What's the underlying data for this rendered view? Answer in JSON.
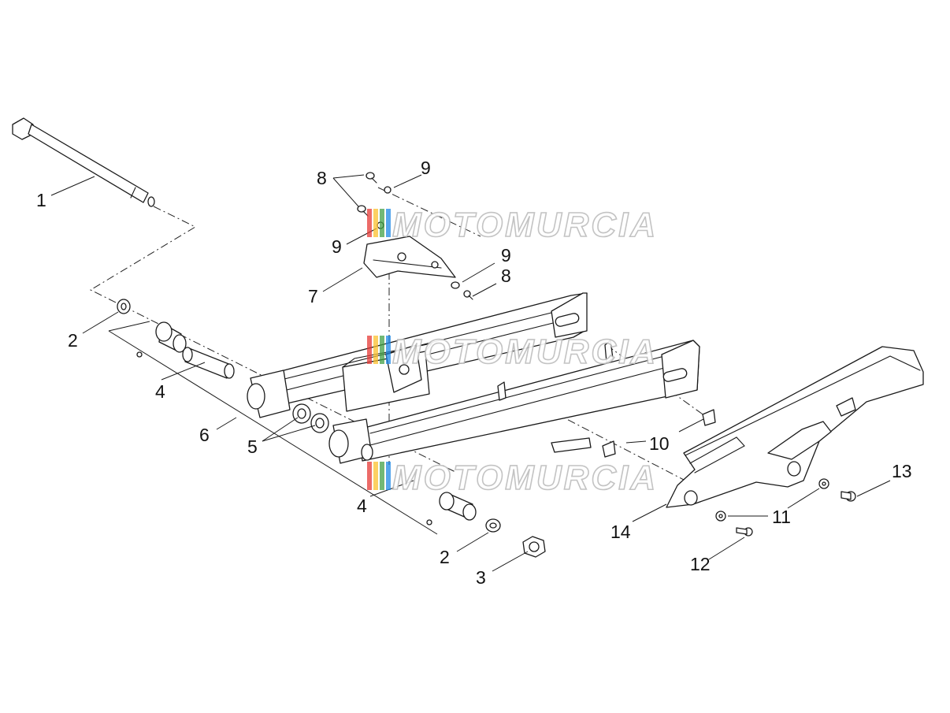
{
  "callouts": {
    "c1": "1",
    "c2a": "2",
    "c2b": "2",
    "c3": "3",
    "c4a": "4",
    "c4b": "4",
    "c5": "5",
    "c6": "6",
    "c7": "7",
    "c8a": "8",
    "c8b": "8",
    "c9a": "9",
    "c9b": "9",
    "c9c": "9",
    "c10": "10",
    "c11": "11",
    "c12": "12",
    "c13": "13",
    "c14": "14"
  },
  "watermark": {
    "text": "MOTOMURCIA",
    "colors": [
      "#e53935",
      "#fbc02d",
      "#43a047",
      "#1e88e5"
    ]
  },
  "colors": {
    "line": "#1a1a1a",
    "background": "#ffffff"
  }
}
